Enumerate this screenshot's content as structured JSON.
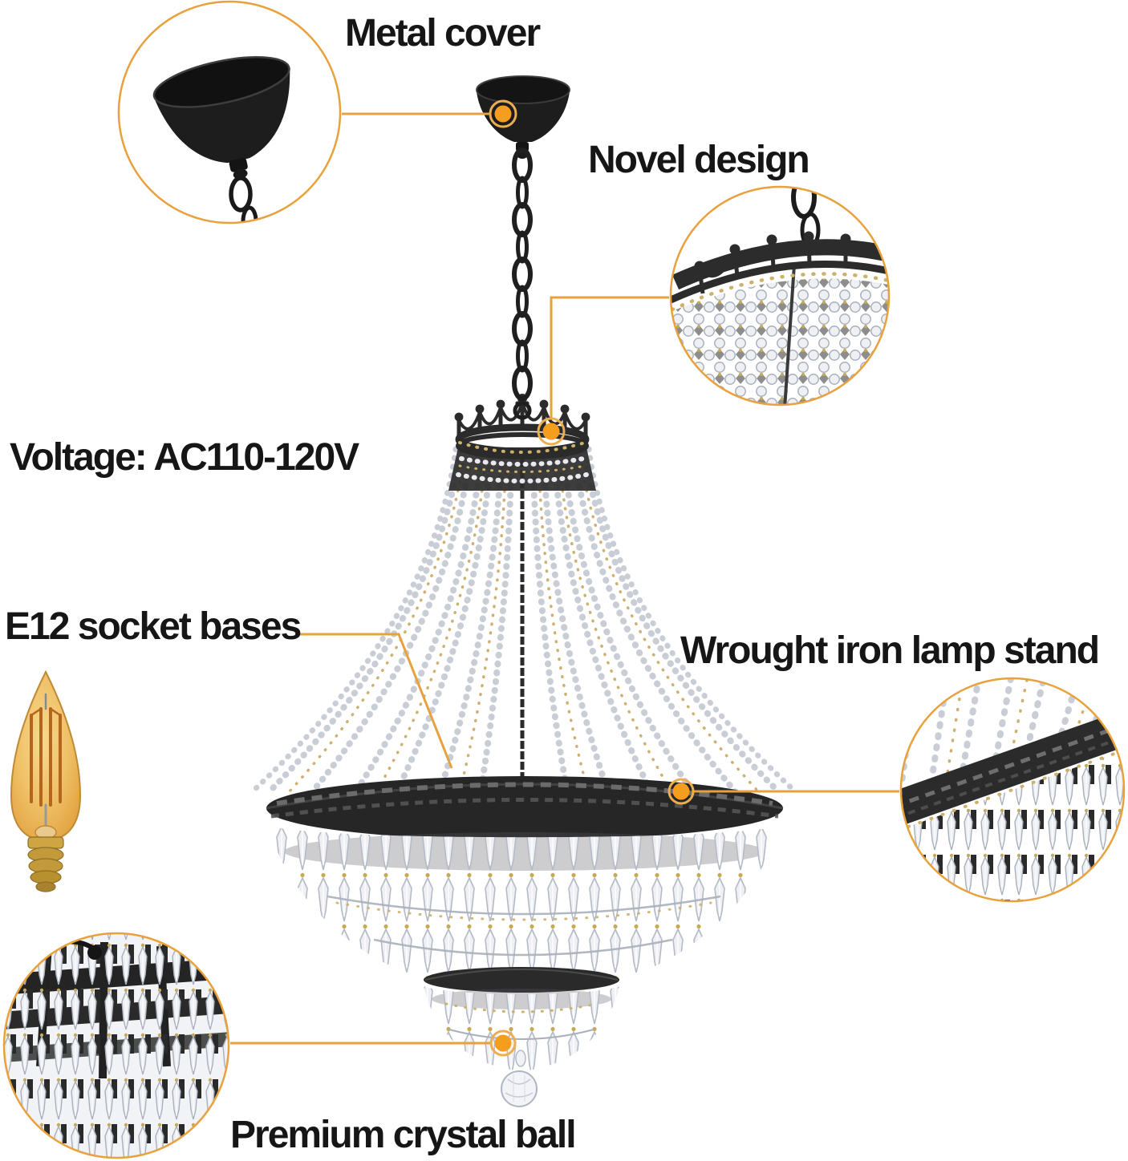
{
  "labels": {
    "metal_cover": "Metal cover",
    "novel_design": "Novel design",
    "voltage_spec": "Voltage: AC110-120V",
    "socket_bases": "E12 socket bases",
    "lamp_stand": "Wrought iron lamp stand",
    "crystal_ball": "Premium crystal ball"
  },
  "colors": {
    "accent_line": "#E8A13C",
    "marker_fill": "#F59D1F",
    "label_text": "#161616",
    "background": "#FFFFFF",
    "metal_dark": "#262626",
    "gold_beads": "#C9A94F",
    "crystal_stroke": "#B4BAC6",
    "bulb_amber": "#EDB254"
  }
}
